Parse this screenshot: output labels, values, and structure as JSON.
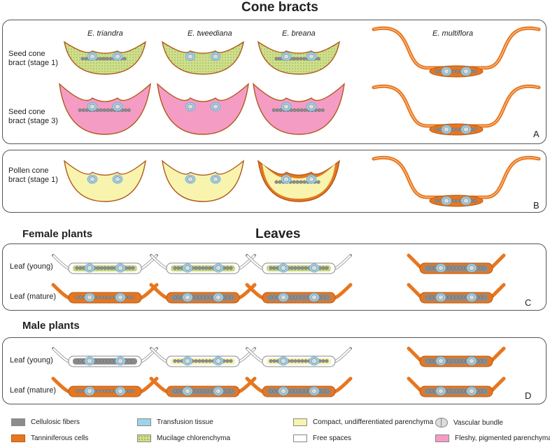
{
  "titles": {
    "cone_bracts": "Cone bracts",
    "leaves": "Leaves",
    "female": "Female plants",
    "male": "Male plants"
  },
  "species": [
    "E. triandra",
    "E. tweediana",
    "E. breana",
    "E. multiflora"
  ],
  "rows": {
    "seed1": "Seed cone\nbract (stage 1)",
    "seed3": "Seed cone\nbract (stage 3)",
    "pollen1": "Pollen cone\nbract (stage 1)",
    "leaf_young": "Leaf (young)",
    "leaf_mature": "Leaf (mature)"
  },
  "panels": {
    "a": "A",
    "b": "B",
    "c": "C",
    "d": "D"
  },
  "legend": [
    {
      "label": "Cellulosic fibers",
      "color": "#8c8c8c",
      "icon": "fibers-swatch"
    },
    {
      "label": "Transfusion tissue",
      "color": "#9fd3ea",
      "icon": "transfusion-swatch"
    },
    {
      "label": "Compact, undifferentiated parenchyma",
      "color": "#f8f4ae",
      "icon": "parenchyma-swatch"
    },
    {
      "label": "Vascular bundle",
      "color": "#dcdcdc",
      "icon": "vascular-bundle-icon"
    },
    {
      "label": "Tanniniferous cells",
      "color": "#e8761f",
      "icon": "tanniniferous-swatch"
    },
    {
      "label": "Mucilage chlorenchyma",
      "color": "#cfe08c",
      "icon": "chlorenchyma-swatch"
    },
    {
      "label": "Free spaces",
      "color": "#ffffff",
      "icon": "free-space-swatch"
    },
    {
      "label": "Fleshy, pigmented parenchyma",
      "color": "#f59cc5",
      "icon": "fleshy-swatch"
    }
  ],
  "colors": {
    "tannin": "#e8761f",
    "outline": "#b05a1a",
    "fiber": "#8c8c8c",
    "transfusion": "#9fd3ea",
    "parenchyma": "#f8f4ae",
    "chlorenchyma": "#cfe08c",
    "fleshy": "#f59cc5",
    "border": "#555555"
  }
}
